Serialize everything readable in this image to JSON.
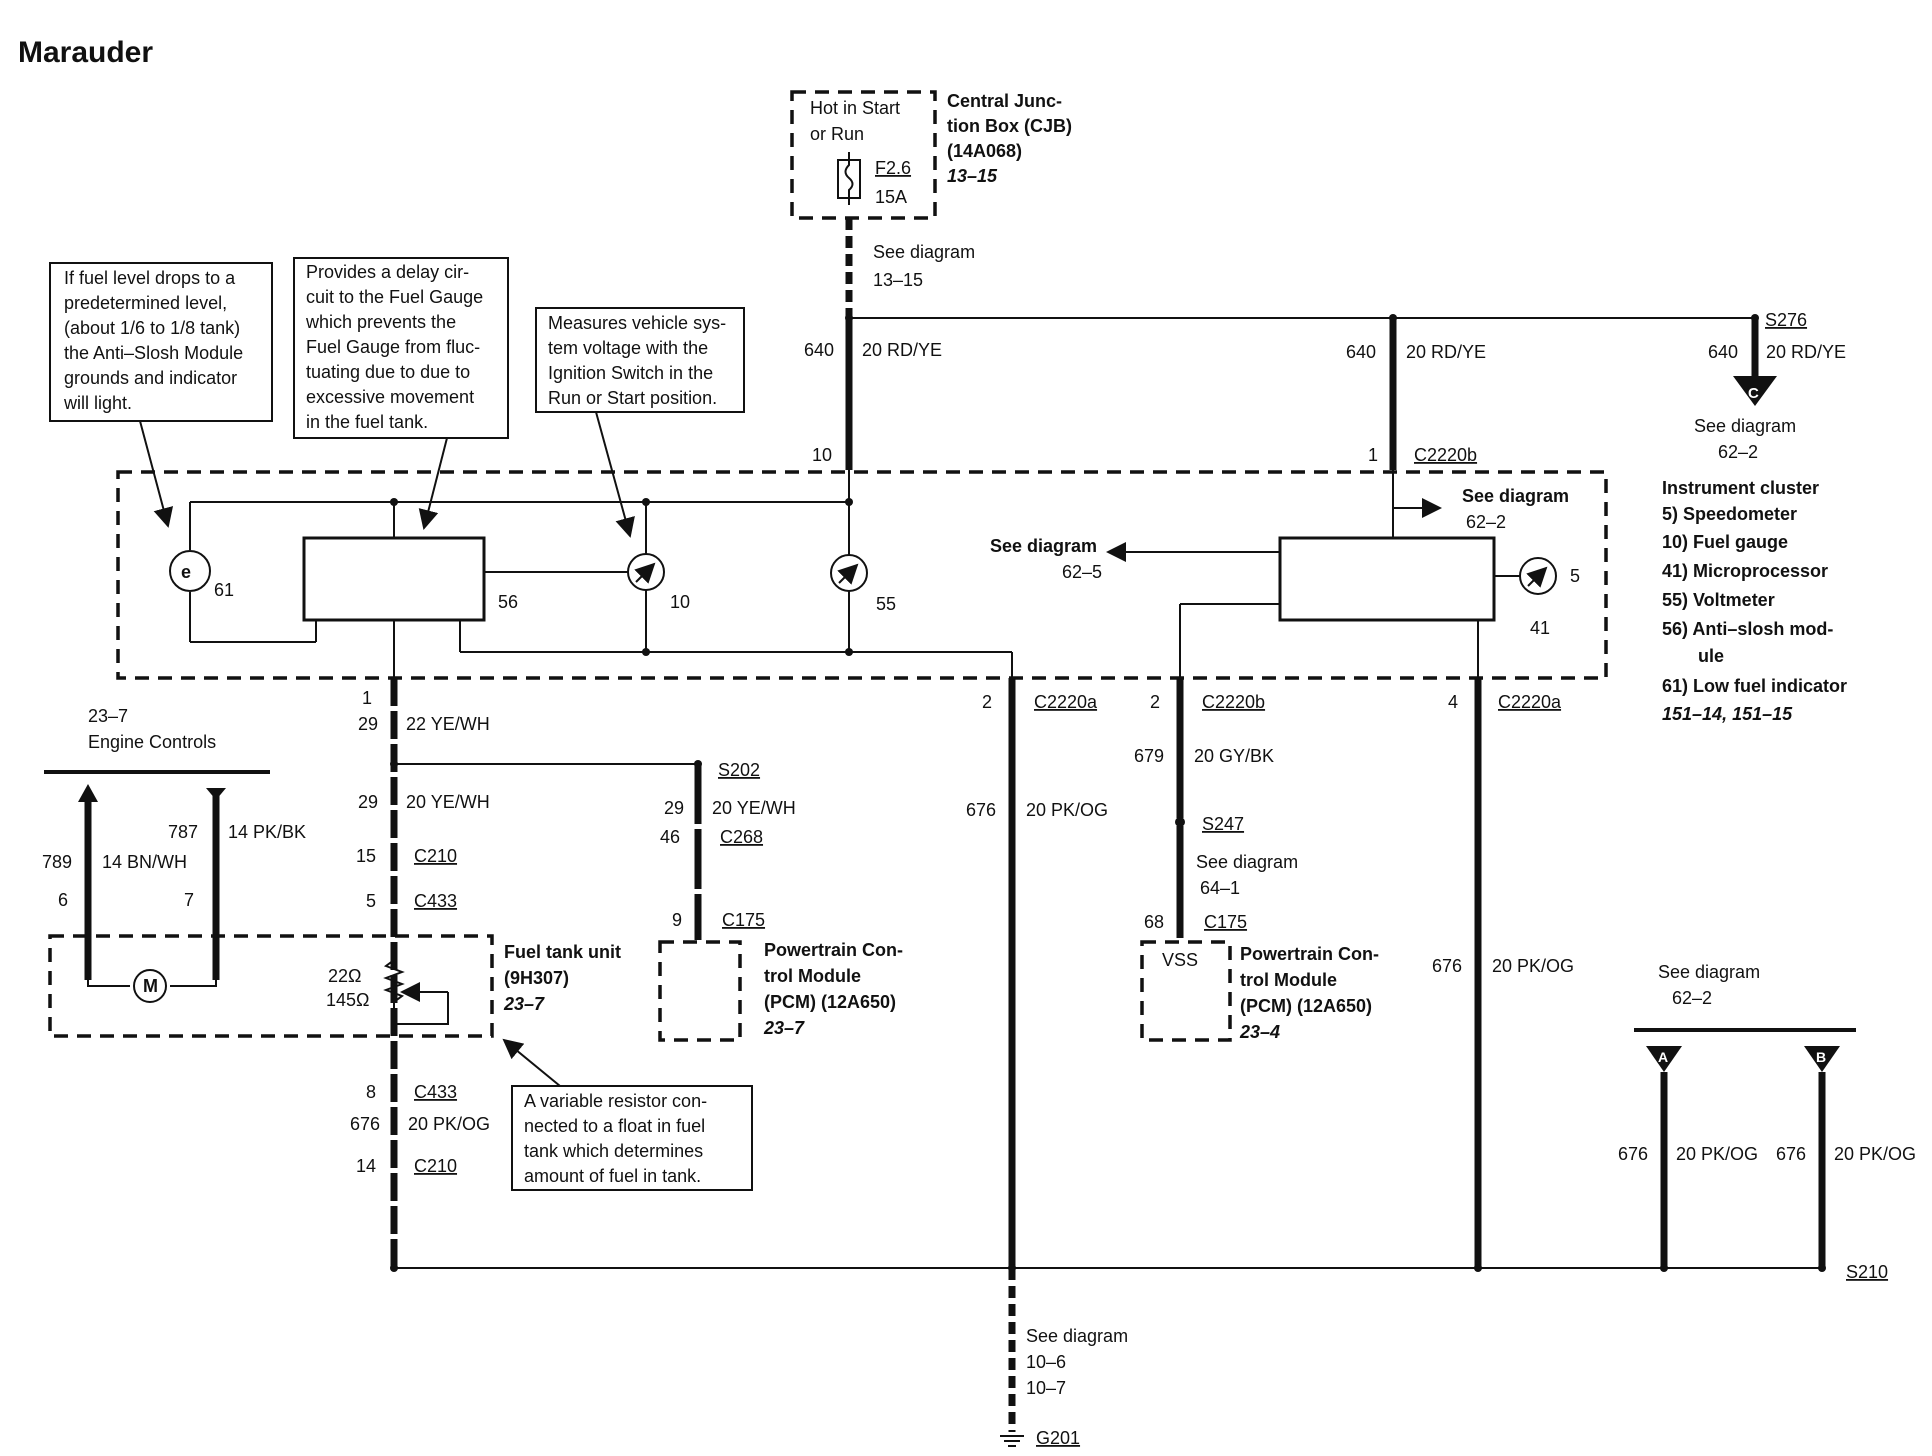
{
  "title": "Marauder",
  "cjb": {
    "hot": [
      "Hot in Start",
      "or Run"
    ],
    "fuse": "F2.6",
    "amps": "15A",
    "label": [
      "Central Junc-",
      "tion Box (CJB)",
      "(14A068)"
    ],
    "ref": "13–15",
    "see": [
      "See diagram",
      "13–15"
    ]
  },
  "notes": {
    "antislosh": [
      "If fuel level drops to a",
      "predetermined level,",
      "(about 1/6 to 1/8 tank)",
      "the Anti–Slosh Module",
      "grounds and indicator",
      "will light."
    ],
    "delay": [
      "Provides a delay cir-",
      "cuit to the Fuel Gauge",
      "which prevents the",
      "Fuel Gauge from fluc-",
      "tuating due to due to",
      "excessive movement",
      "in the fuel tank."
    ],
    "voltage": [
      "Measures vehicle sys-",
      "tem voltage with the",
      "Ignition Switch in the",
      "Run or Start position."
    ],
    "resistor": [
      "A variable resistor con-",
      "nected to a float in fuel",
      "tank which determines",
      "amount of fuel in tank."
    ]
  },
  "cluster": {
    "label": "Instrument cluster",
    "items": [
      "5)   Speedometer",
      "10)  Fuel gauge",
      "41)  Microprocessor",
      "55)  Voltmeter",
      "56)  Anti–slosh mod-",
      "ule",
      "61)  Low fuel indicator"
    ],
    "ref": "151–14, 151–15",
    "nums": {
      "n61": "61",
      "n56": "56",
      "n10": "10",
      "n55": "55",
      "n5": "5",
      "n41": "41"
    },
    "see_right": [
      "See diagram",
      "62–2"
    ],
    "see_left": [
      "See diagram",
      "62–5"
    ]
  },
  "wires": {
    "c640a": "640",
    "c640a_w": "20 RD/YE",
    "pin10": "10",
    "c640b": "640",
    "c640b_w": "20 RD/YE",
    "pin1": "1",
    "conn_c2220b": "C2220b",
    "c640c": "640",
    "c640c_w": "20 RD/YE",
    "s276": "S276",
    "tag_c": "C",
    "see_c": [
      "See diagram",
      "62–2"
    ],
    "p1": "1",
    "c29a": "29",
    "c29a_w": "22 YE/WH",
    "c29b": "29",
    "c29b_w": "20 YE/WH",
    "p15": "15",
    "c210a": "C210",
    "p5": "5",
    "c433a": "C433",
    "s202": "S202",
    "c29c": "29",
    "c29c_w": "20 YE/WH",
    "p46": "46",
    "c268": "C268",
    "p9": "9",
    "c175a": "C175",
    "p2a": "2",
    "c2220a_1": "C2220a",
    "c676a": "676",
    "c676a_w": "20 PK/OG",
    "p2b": "2",
    "c2220b_2": "C2220b",
    "c679": "679",
    "c679_w": "20 GY/BK",
    "s247": "S247",
    "see_64": [
      "See diagram",
      "64–1"
    ],
    "p68": "68",
    "c175b": "C175",
    "vss": "VSS",
    "p4": "4",
    "c2220a_2": "C2220a",
    "c676b": "676",
    "c676b_w": "20 PK/OG",
    "p8": "8",
    "c433b": "C433",
    "c676c": "676",
    "c676c_w": "20 PK/OG",
    "p14": "14",
    "c210b": "C210",
    "see_62": [
      "See diagram",
      "62–2"
    ],
    "tag_a": "A",
    "tag_b": "B",
    "c676d": "676",
    "c676d_w": "20 PK/OG",
    "c676e": "676",
    "c676e_w": "20 PK/OG",
    "s210": "S210",
    "see_10": [
      "See diagram",
      "10–6",
      "10–7"
    ],
    "g201": "G201"
  },
  "engine": {
    "ref": "23–7",
    "label": "Engine Controls",
    "c789": "789",
    "c789_w": "14 BN/WH",
    "p6": "6",
    "c787": "787",
    "c787_w": "14 PK/BK",
    "p7": "7",
    "motor": "M"
  },
  "tank": {
    "label": [
      "Fuel tank unit",
      "(9H307)"
    ],
    "ref": "23–7",
    "r1": "22Ω",
    "r2": "145Ω"
  },
  "pcm1": {
    "label": [
      "Powertrain Con-",
      "trol Module",
      "(PCM) (12A650)"
    ],
    "ref": "23–7"
  },
  "pcm2": {
    "label": [
      "Powertrain Con-",
      "trol Module",
      "(PCM) (12A650)"
    ],
    "ref": "23–4"
  }
}
